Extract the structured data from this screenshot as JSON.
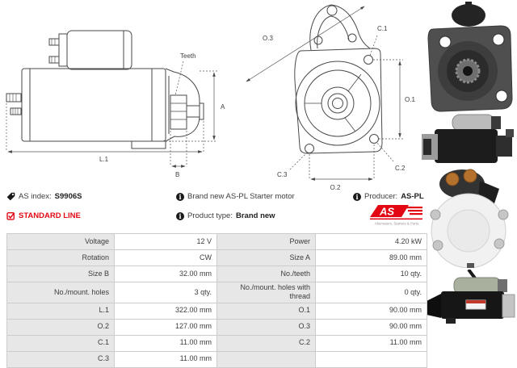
{
  "colors": {
    "accent_red": "#e30613",
    "table_label_bg": "#e7e7e7",
    "table_border": "#cccccc",
    "text": "#3d3d3d",
    "drawing_line": "#4a4a4a"
  },
  "icons": {
    "tag": "tag-icon",
    "info": "info-icon",
    "check": "checkbox-checked-icon",
    "info_glyph": "i"
  },
  "header": {
    "as_index": {
      "label": "AS index:",
      "value": "S9906S"
    },
    "standard_line": "STANDARD LINE",
    "brand_new": "Brand new AS-PL Starter motor",
    "product_type": {
      "label": "Product type:",
      "value": "Brand new"
    },
    "producer": {
      "label": "Producer:",
      "value": "AS-PL"
    },
    "logo": {
      "text": "AS",
      "tagline": "Alternators, Starters & Parts"
    }
  },
  "diagrams": {
    "side_view": {
      "teeth": "Teeth",
      "a": "A",
      "b": "B",
      "l1": "L.1"
    },
    "front_view": {
      "o3": "O.3",
      "c1": "C.1",
      "o1": "O.1",
      "c3": "C.3",
      "c2": "C.2",
      "o2": "O.2"
    }
  },
  "spec_table": {
    "rows": [
      {
        "left_label": "Voltage",
        "left_value": "12 V",
        "right_label": "Power",
        "right_value": "4.20 kW"
      },
      {
        "left_label": "Rotation",
        "left_value": "CW",
        "right_label": "Size A",
        "right_value": "89.00 mm"
      },
      {
        "left_label": "Size B",
        "left_value": "32.00 mm",
        "right_label": "No./teeth",
        "right_value": "10 qty."
      },
      {
        "left_label": "No./mount. holes",
        "left_value": "3 qty.",
        "right_label": "No./mount. holes with thread",
        "right_value": "0 qty."
      },
      {
        "left_label": "L.1",
        "left_value": "322.00 mm",
        "right_label": "O.1",
        "right_value": "90.00 mm"
      },
      {
        "left_label": "O.2",
        "left_value": "127.00 mm",
        "right_label": "O.3",
        "right_value": "90.00 mm"
      },
      {
        "left_label": "C.1",
        "left_value": "11.00 mm",
        "right_label": "C.2",
        "right_value": "11.00 mm"
      },
      {
        "left_label": "C.3",
        "left_value": "11.00 mm",
        "right_label": "",
        "right_value": ""
      }
    ]
  }
}
